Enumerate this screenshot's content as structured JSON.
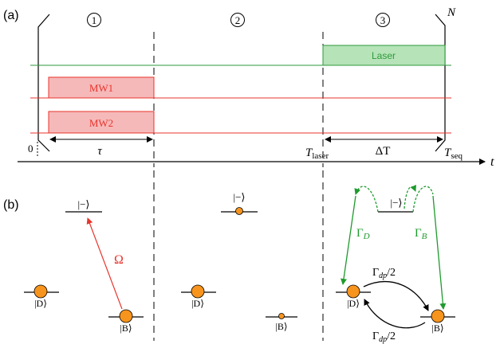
{
  "panel_a": {
    "label": "(a)",
    "stage_1": "1",
    "stage_2": "2",
    "stage_3": "3",
    "repeat_label": "N",
    "laser_label": "Laser",
    "mw1_label": "MW1",
    "mw2_label": "MW2",
    "zero_label": "0",
    "tau_label": "τ",
    "t_laser_base": "T",
    "t_laser_sub": "laser",
    "delta_t_label": "ΔT",
    "t_seq_base": "T",
    "t_seq_sub": "seq",
    "time_axis_label": "t"
  },
  "panel_b": {
    "label": "(b)",
    "stage1": {
      "minus_state": "|−⟩",
      "omega_label": "Ω",
      "d_state": "|D⟩",
      "b_state": "|B⟩"
    },
    "stage2": {
      "minus_state": "|−⟩",
      "d_state": "|D⟩",
      "b_state": "|B⟩"
    },
    "stage3": {
      "minus_state": "|−⟩",
      "gamma_d_base": "Γ",
      "gamma_d_sub": "D",
      "gamma_b_base": "Γ",
      "gamma_b_sub": "B",
      "gamma_dp_top_base": "Γ",
      "gamma_dp_top_sub": "dp",
      "gamma_dp_top_rest": "/2",
      "gamma_dp_bottom_base": "Γ",
      "gamma_dp_bottom_sub": "dp",
      "gamma_dp_bottom_rest": "/2",
      "d_state": "|D⟩",
      "b_state": "|B⟩"
    }
  },
  "colors": {
    "laser_line": "#2e9a3a",
    "laser_fill": "#b6e3b8",
    "mw_line": "#e8342c",
    "mw_fill": "#f6b9b9",
    "population": "#f7941d",
    "decay_arrow": "#1f9a2e",
    "drive_arrow": "#e8342c"
  }
}
